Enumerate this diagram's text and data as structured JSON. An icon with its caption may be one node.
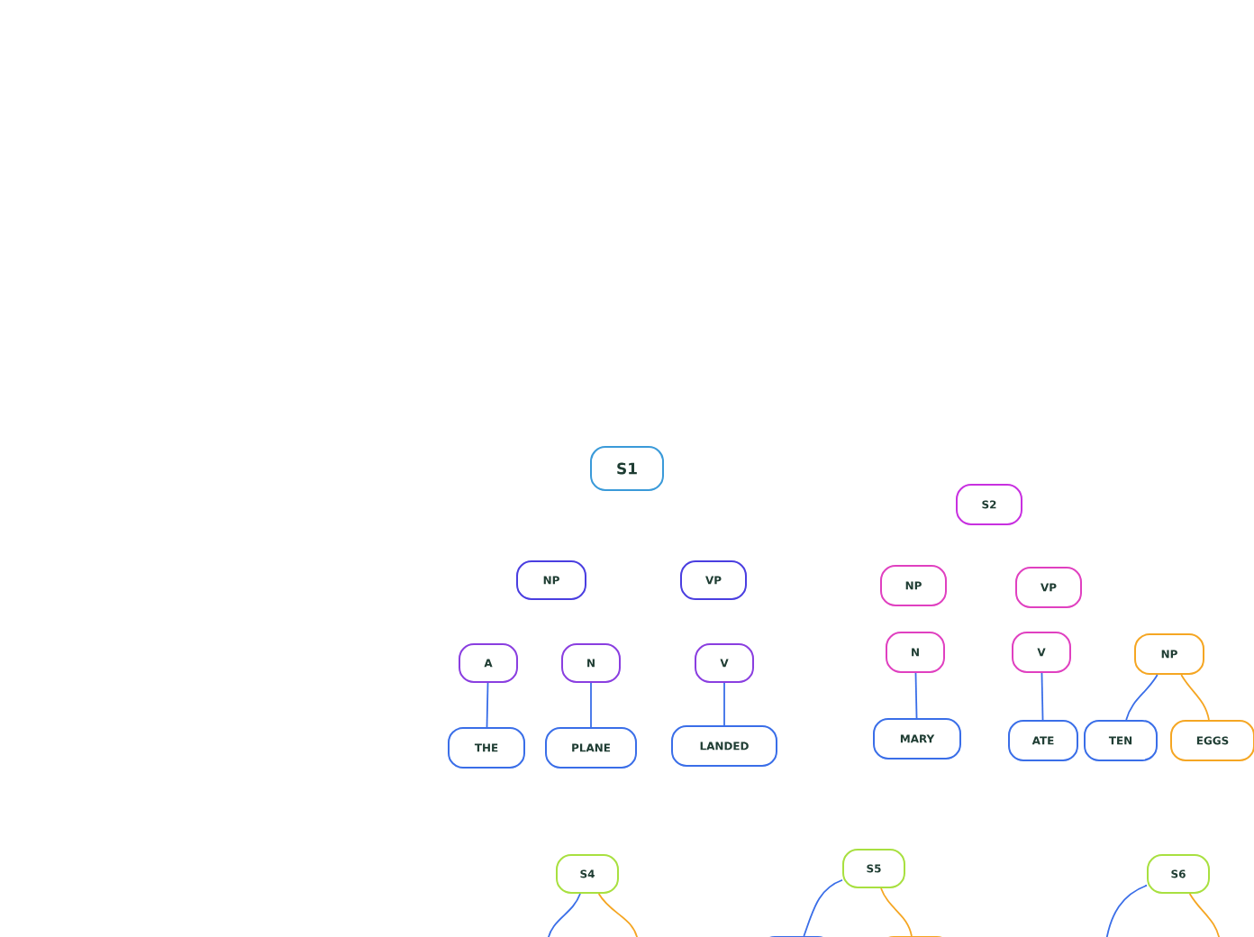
{
  "diagram": {
    "nodes": [
      {
        "text": [
          "S1"
        ]
      },
      {
        "text": [
          "NP"
        ]
      },
      {
        "text": [
          "VP"
        ]
      },
      {
        "text": [
          "A"
        ]
      },
      {
        "text": [
          "N"
        ]
      },
      {
        "text": [
          "V"
        ]
      },
      {
        "text": [
          "THE"
        ]
      },
      {
        "text": [
          "PLANE"
        ]
      },
      {
        "text": [
          "LANDED"
        ]
      },
      {
        "text": [
          "S2"
        ]
      },
      {
        "text": [
          "NP"
        ]
      },
      {
        "text": [
          "VP"
        ]
      },
      {
        "text": [
          "N"
        ]
      },
      {
        "text": [
          "V"
        ]
      },
      {
        "text": [
          "NP"
        ]
      },
      {
        "text": [
          "MARY"
        ]
      },
      {
        "text": [
          "ATE"
        ]
      },
      {
        "text": [
          "TEN"
        ]
      },
      {
        "text": [
          "EGGS"
        ]
      },
      {
        "text": [
          "S4"
        ]
      },
      {
        "text": [
          "S5"
        ]
      },
      {
        "text": [
          "S6"
        ]
      },
      {
        "text": [],
        "shape": "box"
      },
      {
        "text": [],
        "shape": "box"
      }
    ],
    "edges": [
      {
        "from": 3,
        "to": 6,
        "arrow": "none"
      },
      {
        "from": 4,
        "to": 7,
        "arrow": "none"
      },
      {
        "from": 5,
        "to": 8,
        "arrow": "none"
      },
      {
        "from": 12,
        "to": 15,
        "arrow": "none"
      },
      {
        "from": 13,
        "to": 16,
        "arrow": "none"
      },
      {
        "from": 14,
        "to": 17,
        "arrow": "none"
      },
      {
        "from": 14,
        "to": 18,
        "arrow": "none",
        "color": "#f5a623"
      },
      {
        "from": 19,
        "to": null,
        "arrow": "none"
      },
      {
        "from": 19,
        "to": null,
        "arrow": "none",
        "color": "#f5a623"
      },
      {
        "from": 20,
        "to": 22,
        "arrow": "none"
      },
      {
        "from": 20,
        "to": 23,
        "arrow": "none",
        "color": "#f5a623"
      },
      {
        "from": 21,
        "to": null,
        "arrow": "none"
      },
      {
        "from": 21,
        "to": null,
        "arrow": "none",
        "color": "#f5a623"
      }
    ]
  }
}
